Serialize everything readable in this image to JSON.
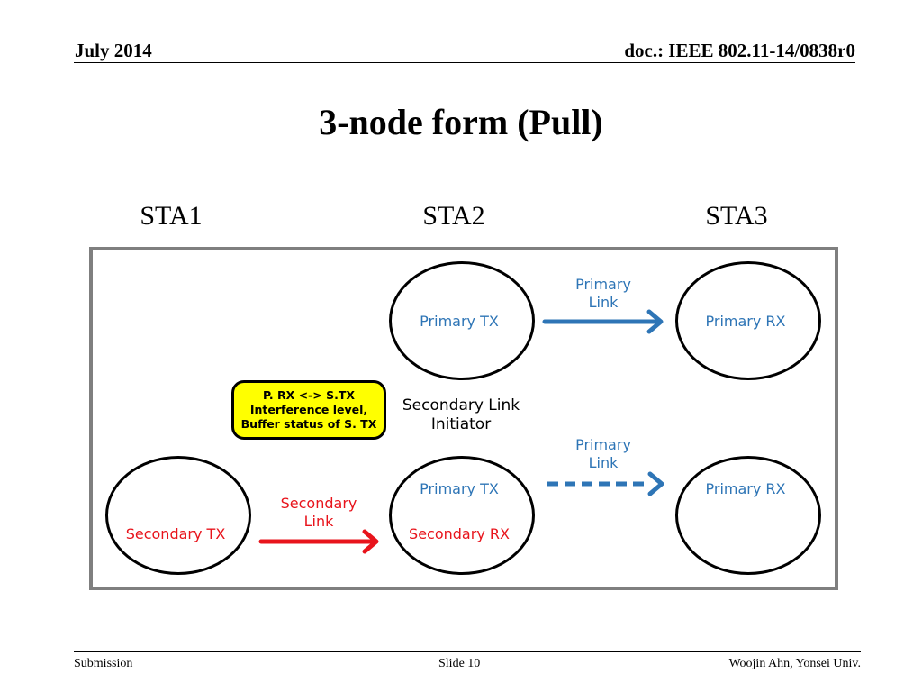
{
  "header": {
    "date": "July 2014",
    "doc": "doc.: IEEE 802.11-14/0838r0"
  },
  "title": "3-node form (Pull)",
  "stations": [
    "STA1",
    "STA2",
    "STA3"
  ],
  "nodes": {
    "sta1_secondary_tx": "Secondary TX",
    "sta2_top_primary_tx": "Primary TX",
    "sta2_bottom_primary_tx": "Primary TX",
    "sta2_bottom_secondary_rx": "Secondary RX",
    "sta3_top_primary_rx": "Primary RX",
    "sta3_bottom_primary_rx": "Primary RX"
  },
  "links": {
    "primary_top": [
      "Primary",
      "Link"
    ],
    "primary_bottom": [
      "Primary",
      "Link"
    ],
    "secondary": [
      "Secondary",
      "Link"
    ]
  },
  "initiator": [
    "Secondary Link",
    "Initiator"
  ],
  "callout": [
    "P. RX <-> S.TX",
    "Interference level,",
    "Buffer status of S. TX"
  ],
  "colors": {
    "primary": "#2e75b6",
    "secondary": "#e8141c",
    "callout_fill": "#ffff00",
    "frame": "#7f7f7f"
  },
  "footer": {
    "left": "Submission",
    "center": "Slide 10",
    "right": "Woojin Ahn, Yonsei Univ."
  }
}
